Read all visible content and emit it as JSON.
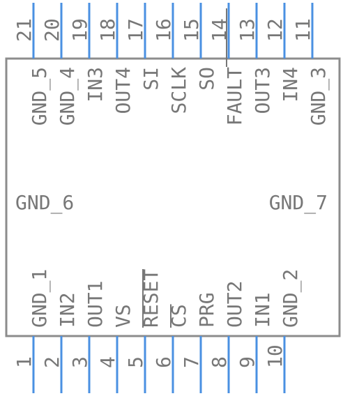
{
  "colors": {
    "pin": "#4a90e2",
    "outline": "#8c8c8c",
    "text": "#777777",
    "background": "#ffffff"
  },
  "top_pins": [
    {
      "number": "21",
      "label": "GND_5",
      "overbar": false
    },
    {
      "number": "20",
      "label": "GND_4",
      "overbar": false
    },
    {
      "number": "19",
      "label": "IN3",
      "overbar": false
    },
    {
      "number": "18",
      "label": "OUT4",
      "overbar": false
    },
    {
      "number": "17",
      "label": "SI",
      "overbar": false
    },
    {
      "number": "16",
      "label": "SCLK",
      "overbar": false
    },
    {
      "number": "15",
      "label": "SO",
      "overbar": false
    },
    {
      "number": "14",
      "label": "FAULT",
      "overbar": true
    },
    {
      "number": "13",
      "label": "OUT3",
      "overbar": false
    },
    {
      "number": "12",
      "label": "IN4",
      "overbar": false
    },
    {
      "number": "11",
      "label": "GND_3",
      "overbar": false
    }
  ],
  "bottom_pins": [
    {
      "number": "1",
      "label": "GND_1",
      "overbar": false
    },
    {
      "number": "2",
      "label": "IN2",
      "overbar": false
    },
    {
      "number": "3",
      "label": "OUT1",
      "overbar": false
    },
    {
      "number": "4",
      "label": "VS",
      "overbar": false
    },
    {
      "number": "5",
      "label": "RESET",
      "overbar": true
    },
    {
      "number": "6",
      "label": "CS",
      "overbar": true
    },
    {
      "number": "7",
      "label": "PRG",
      "overbar": false
    },
    {
      "number": "8",
      "label": "OUT2",
      "overbar": false
    },
    {
      "number": "9",
      "label": "IN1",
      "overbar": false
    },
    {
      "number": "10",
      "label": "GND_2",
      "overbar": false
    }
  ],
  "side_labels": {
    "left": "GND_6",
    "right": "GND_7"
  }
}
